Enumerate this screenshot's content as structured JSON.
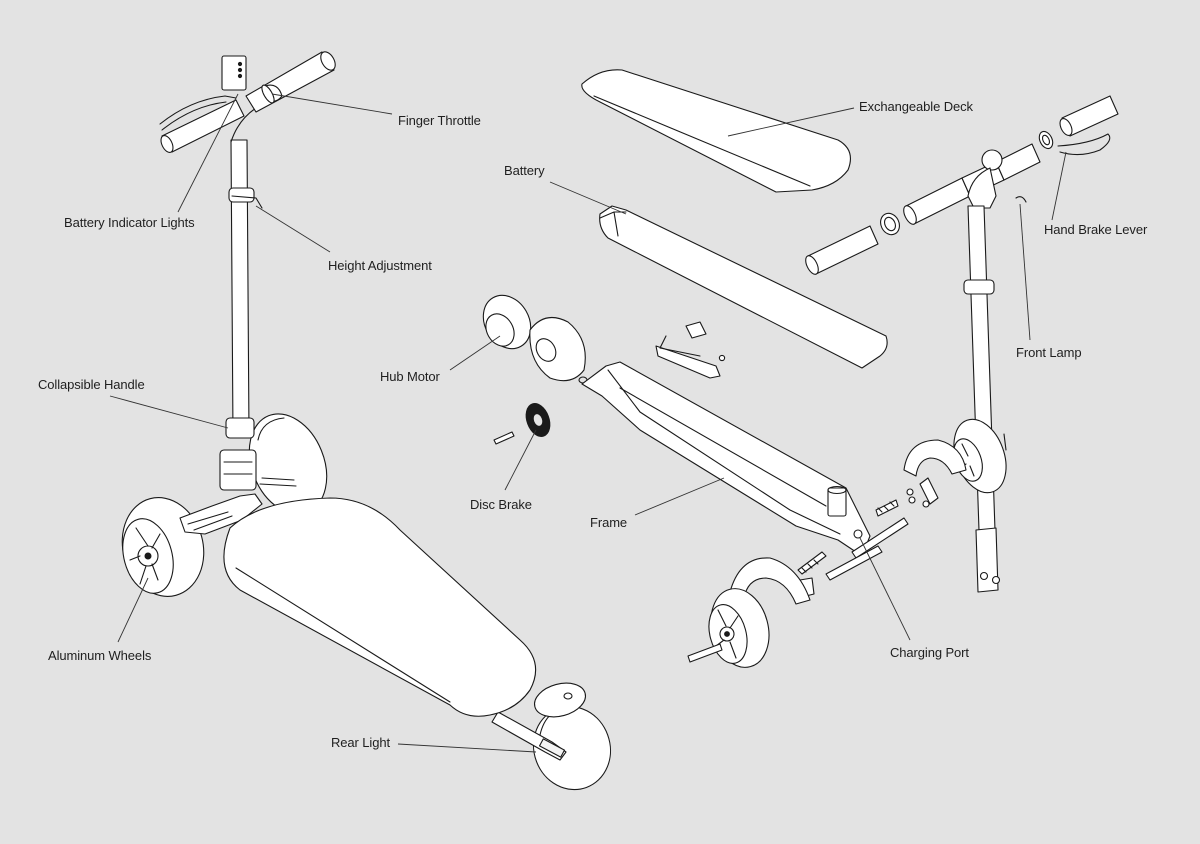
{
  "colors": {
    "background": "#e3e3e3",
    "line": "#1a1a1a",
    "fill": "#ffffff"
  },
  "labels": {
    "finger_throttle": "Finger Throttle",
    "battery_indicator_lights": "Battery Indicator Lights",
    "height_adjustment": "Height Adjustment",
    "collapsible_handle": "Collapsible Handle",
    "aluminum_wheels": "Aluminum Wheels",
    "rear_light": "Rear Light",
    "exchangeable_deck": "Exchangeable Deck",
    "battery": "Battery",
    "hub_motor": "Hub Motor",
    "disc_brake": "Disc Brake",
    "frame": "Frame",
    "charging_port": "Charging Port",
    "hand_brake_lever": "Hand Brake Lever",
    "front_lamp": "Front Lamp"
  }
}
